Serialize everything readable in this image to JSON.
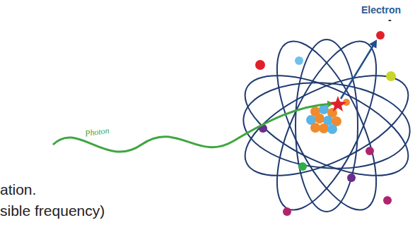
{
  "diagram": {
    "labels": [
      "Photon",
      "Electron",
      "-",
      "ation.",
      "sible frequency)"
    ]
  }
}
